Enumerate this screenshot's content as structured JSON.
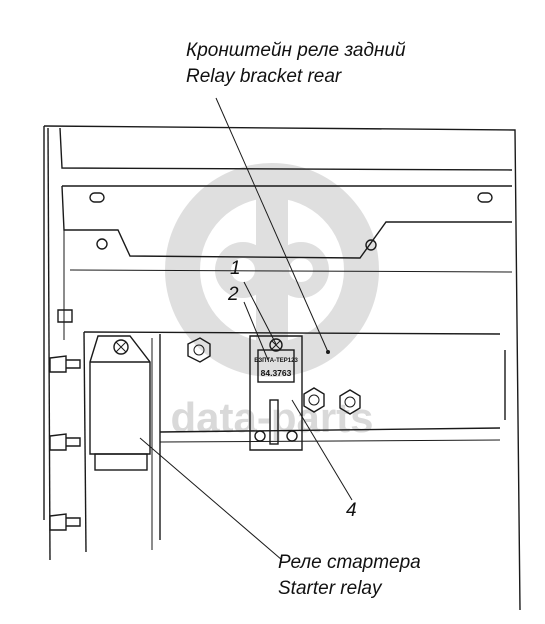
{
  "callouts": {
    "bracket_ru": "Кронштейн реле задний",
    "bracket_en": "Relay  bracket rear",
    "starter_ru": "Реле стартера",
    "starter_en": "Starter relay",
    "n1": "1",
    "n2": "2",
    "n4": "4"
  },
  "relay_plate": {
    "line1": "БЗПТА-ТЕР123",
    "line2": "84.3763"
  },
  "watermark": {
    "text": "data-parts"
  },
  "colors": {
    "ink": "#1a1a1a",
    "watermark": "#d9d9d9",
    "background": "#ffffff"
  }
}
